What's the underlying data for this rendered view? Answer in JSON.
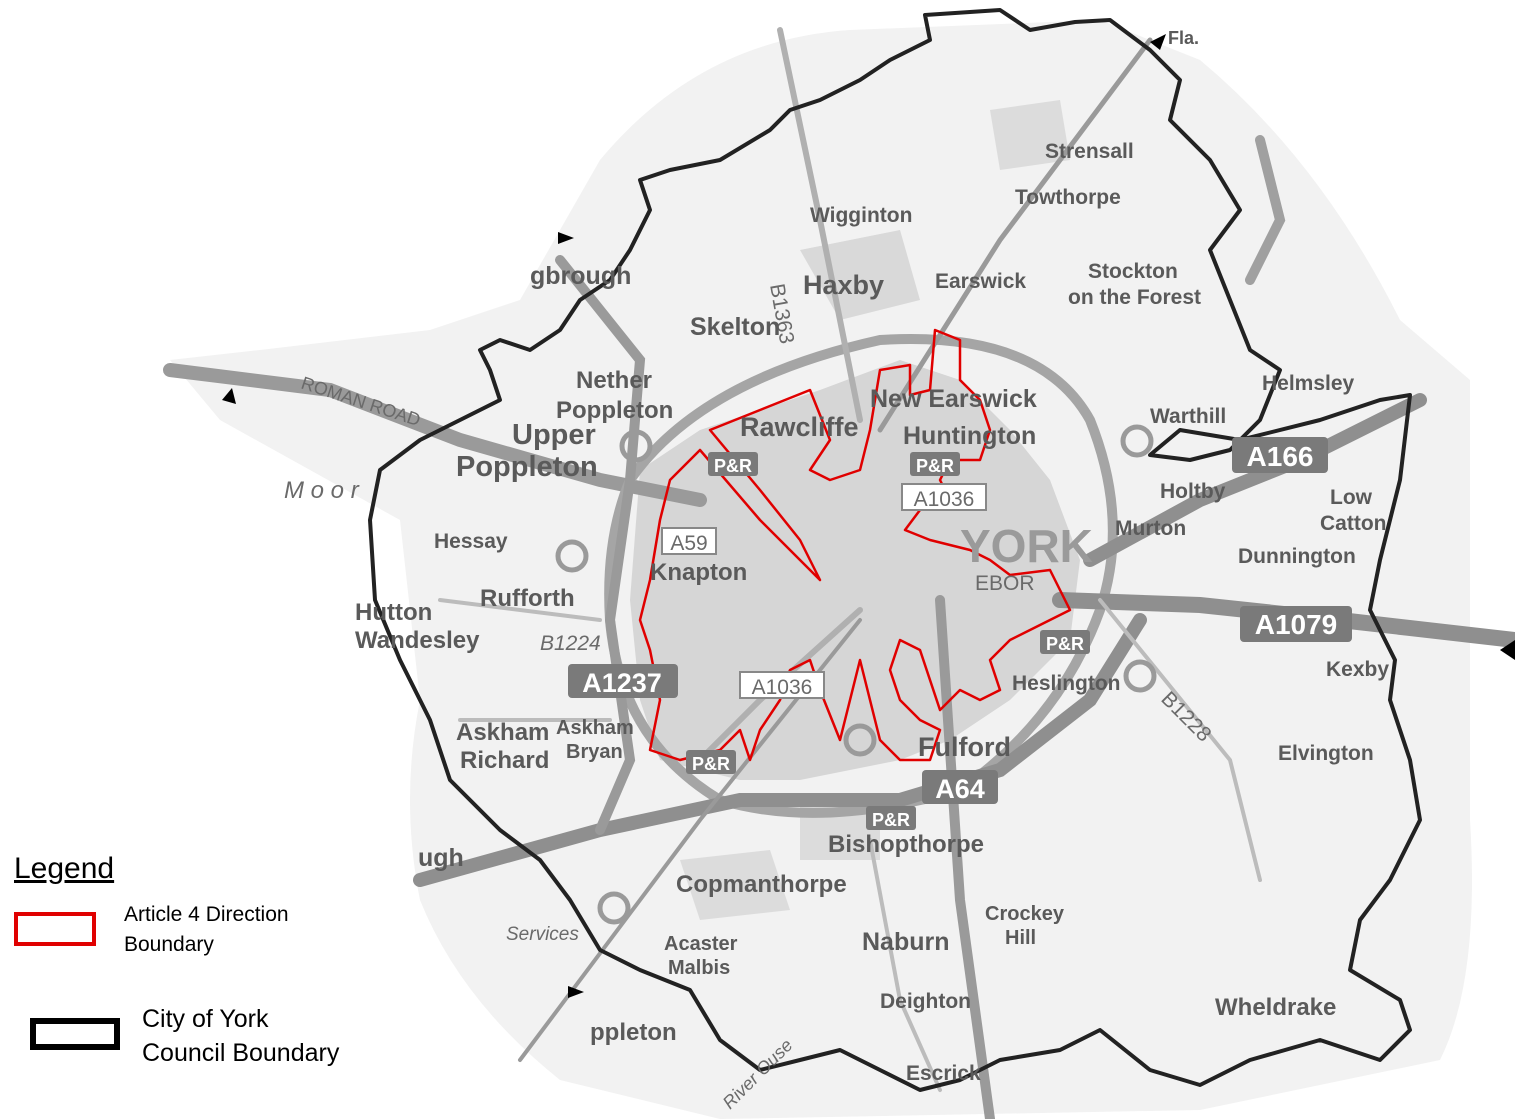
{
  "legend": {
    "title": "Legend",
    "article4_line1": "Article 4 Direction",
    "article4_line2": "Boundary",
    "council_line1": "City of York",
    "council_line2": "Council Boundary",
    "article4_color": "#e00000",
    "council_color": "#000000"
  },
  "places": {
    "strensall": "Strensall",
    "towthorpe": "Towthorpe",
    "wigginton": "Wigginton",
    "haxby": "Haxby",
    "earswick": "Earswick",
    "stockton1": "Stockton",
    "stockton2": "on the Forest",
    "skelton": "Skelton",
    "nether1": "Nether",
    "nether2": "Poppleton",
    "upper1": "Upper",
    "upper2": "Poppleton",
    "rawcliffe": "Rawcliffe",
    "new_earswick": "New Earswick",
    "huntington": "Huntington",
    "warthill": "Warthill",
    "helmsley": "Helmsley",
    "hessay": "Hessay",
    "knapton": "Knapton",
    "york": "YORK",
    "holtby": "Holtby",
    "low_catton1": "Low",
    "low_catton2": "Catton",
    "murton": "Murton",
    "dunnington": "Dunnington",
    "hutton1": "Hutton",
    "hutton2": "Wandesley",
    "rufforth": "Rufforth",
    "heslington": "Heslington",
    "kexby": "Kexby",
    "askham_richard1": "Askham",
    "askham_richard2": "Richard",
    "askham_bryan1": "Askham",
    "askham_bryan2": "Bryan",
    "fulford": "Fulford",
    "elvington": "Elvington",
    "bishopthorpe": "Bishopthorpe",
    "copmanthorpe": "Copmanthorpe",
    "crockey1": "Crockey",
    "crockey2": "Hill",
    "acaster1": "Acaster",
    "acaster2": "Malbis",
    "naburn": "Naburn",
    "deighton": "Deighton",
    "wheldrake": "Wheldrake",
    "escrick": "Escrick",
    "poppleton_s": "ppleton",
    "moor": "M o o r",
    "roman_road": "ROMAN ROAD",
    "river_ouse": "River Ouse",
    "services": "Services",
    "gbrough": "gbrough",
    "ugh": "ugh",
    "fla": "Fla.",
    "ebor": "EBOR"
  },
  "roads": {
    "a166": "A166",
    "a1079": "A1079",
    "a1237": "A1237",
    "a64": "A64",
    "a59": "A59",
    "a1036a": "A1036",
    "a1036b": "A1036",
    "b1363": "B1363",
    "b1224": "B1224",
    "b1228": "B1228",
    "pr": "P&R"
  },
  "colors": {
    "article4": "#e00000",
    "council": "#222222",
    "road_major": "#8a8a8a",
    "urban": "#cfcfcf",
    "map_bg": "#f2f2f2"
  }
}
